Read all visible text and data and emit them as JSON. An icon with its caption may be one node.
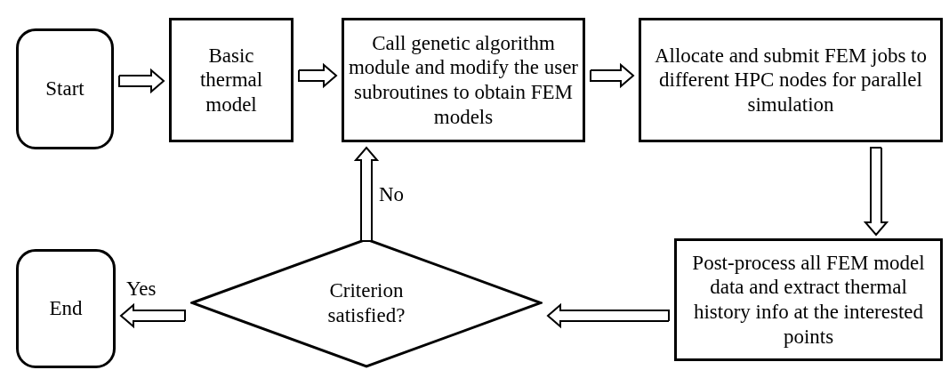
{
  "diagram": {
    "nodes": [
      {
        "text": [
          "Start"
        ]
      },
      {
        "text": [
          "Basic thermal model"
        ]
      },
      {
        "text": [
          "Call genetic algorithm module and modify the user subroutines to obtain FEM models"
        ]
      },
      {
        "text": [
          "Allocate and submit FEM jobs to different HPC nodes for parallel simulation"
        ]
      },
      {
        "text": [
          "Post-process all FEM model data and extract thermal history info at the interested points"
        ]
      },
      {
        "text": [
          "Criterion satisfied?"
        ]
      },
      {
        "text": [
          "End"
        ]
      }
    ],
    "edges": [
      {
        "from": 0,
        "to": 1,
        "arrow": "to"
      },
      {
        "from": 1,
        "to": 2,
        "arrow": "to"
      },
      {
        "from": 2,
        "to": 3,
        "arrow": "to"
      },
      {
        "from": 3,
        "to": 4,
        "arrow": "to"
      },
      {
        "from": 4,
        "to": 5,
        "arrow": "to"
      },
      {
        "from": 5,
        "to": 2,
        "arrow": "to",
        "label": "No"
      },
      {
        "from": 5,
        "to": 6,
        "arrow": "to",
        "label": "Yes"
      }
    ]
  }
}
